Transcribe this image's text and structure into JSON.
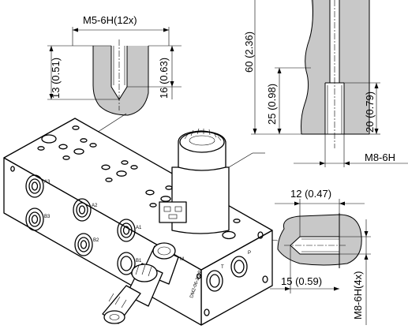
{
  "detail_top_left": {
    "thread_label": "M5-6H(12x)",
    "depth_total_label": "13 (0.51)",
    "depth_thread_label": "16 (0.63)"
  },
  "detail_top_right": {
    "length_label": "60 (2.36)",
    "depth_label": "25 (0.98)",
    "thread_depth_label": "20 (0.79)",
    "thread_label": "M8-6H"
  },
  "detail_right": {
    "width_label": "12 (0.47)",
    "depth_label": "15 (0.59)",
    "thread_label": "M8-6H(4x)"
  },
  "block_markings": {
    "a3": "A3",
    "b3": "B3",
    "a2": "A2",
    "b2": "B2",
    "a1": "A1",
    "b1": "B1",
    "p": "P",
    "t": "T",
    "m": "M",
    "part_number": "DM2-06-2/24L"
  }
}
